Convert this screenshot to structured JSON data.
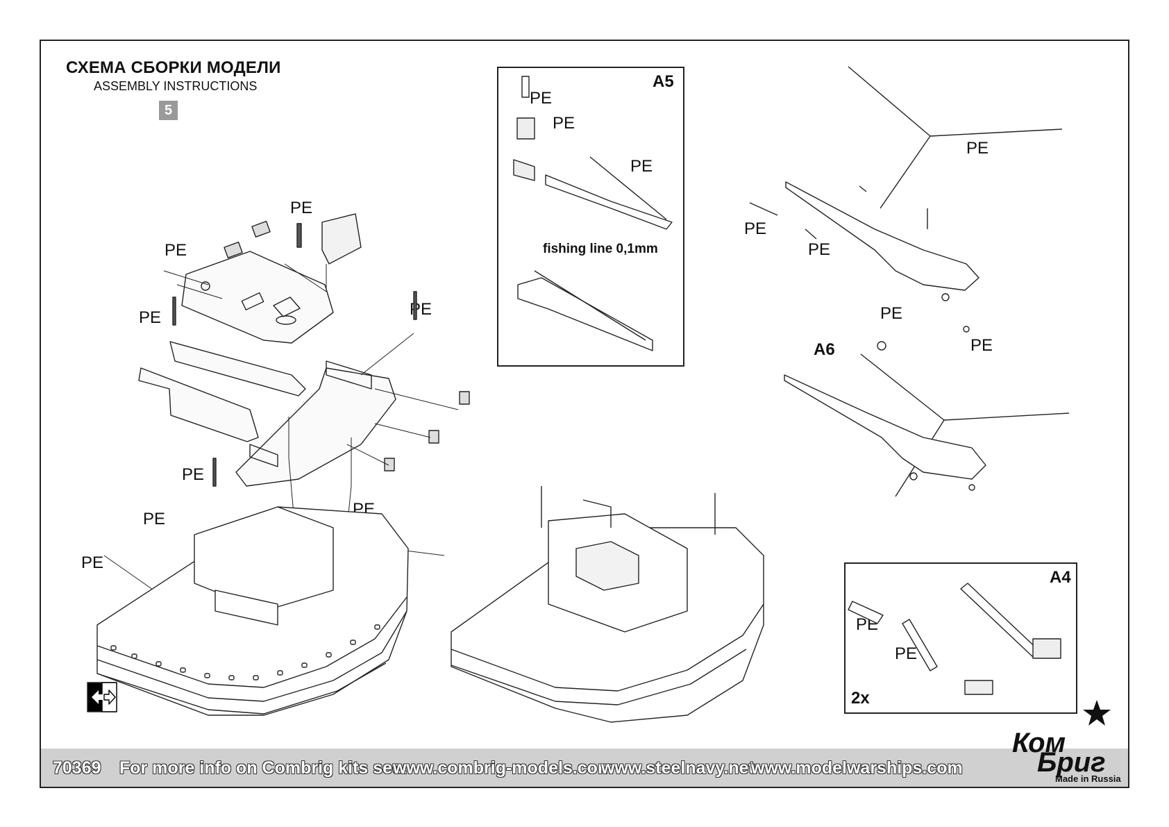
{
  "header": {
    "title_ru": "СХЕМА СБОРКИ МОДЕЛИ",
    "title_en": "ASSEMBLY INSTRUCTIONS",
    "step": "5"
  },
  "labels": {
    "pe": "PE",
    "fishing_line": "fishing line 0,1mm",
    "count": "2x"
  },
  "insets": {
    "a5": "A5",
    "a6": "A6",
    "a4": "A4"
  },
  "footer": {
    "kit_number": "70369",
    "info": "For more info on Combrig kits see:",
    "url1": "www.combrig-models.com",
    "url2": "www.steelnavy.net",
    "url3": "www.modelwarships.com"
  },
  "logo": {
    "line1": "Ком",
    "line2": "Бриг",
    "made_in": "Made in Russia"
  }
}
